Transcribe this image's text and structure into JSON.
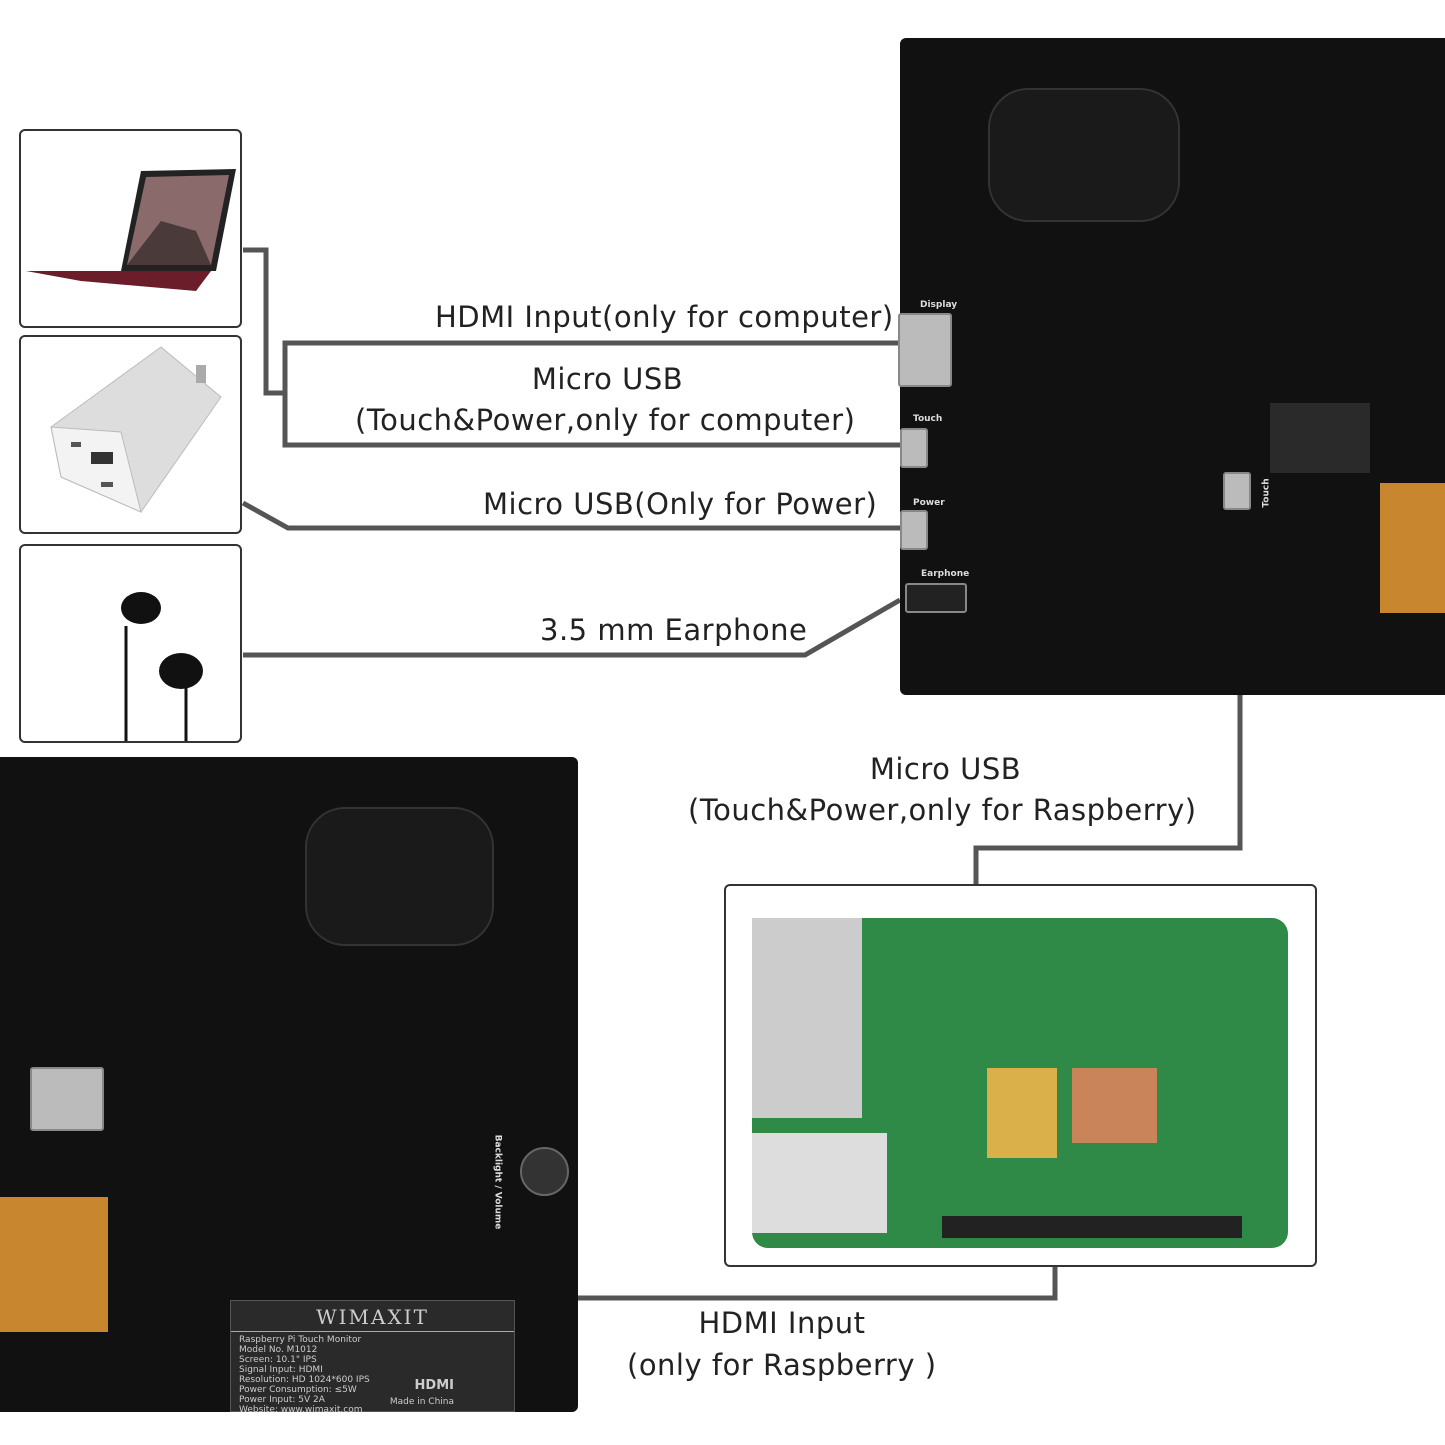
{
  "connections": {
    "hdmi_computer": "HDMI Input(only for computer)",
    "micro_usb_computer_line1": "Micro USB",
    "micro_usb_computer_line2": "(Touch&Power,only for computer)",
    "micro_usb_power": "Micro USB(Only for Power)",
    "earphone": "3.5 mm Earphone",
    "micro_usb_raspberry_line1": "Micro USB",
    "micro_usb_raspberry_line2": "(Touch&Power,only for Raspberry)",
    "hdmi_raspberry_line1": "HDMI Input",
    "hdmi_raspberry_line2": "(only for Raspberry )"
  },
  "port_labels": {
    "display": "Display",
    "touch": "Touch",
    "power": "Power",
    "earphone": "Earphone",
    "touch_side": "Touch",
    "backlight": "Backlight / Volume"
  },
  "sticker": {
    "brand": "WIMAXIT",
    "specs": [
      "Raspberry Pi Touch Monitor",
      "Model No. M1012",
      "Screen: 10.1\" IPS",
      "Signal Input: HDMI",
      "Resolution: HD 1024*600 IPS",
      "Power Consumption: ≤5W",
      "Power Input: 5V 2A",
      "Website: www.wimaxit.com"
    ],
    "hdmi_logo": "HDMI",
    "made_in": "Made in China"
  },
  "colors": {
    "line": "#555555",
    "board": "#111111",
    "pcb": "#2f8a47"
  }
}
